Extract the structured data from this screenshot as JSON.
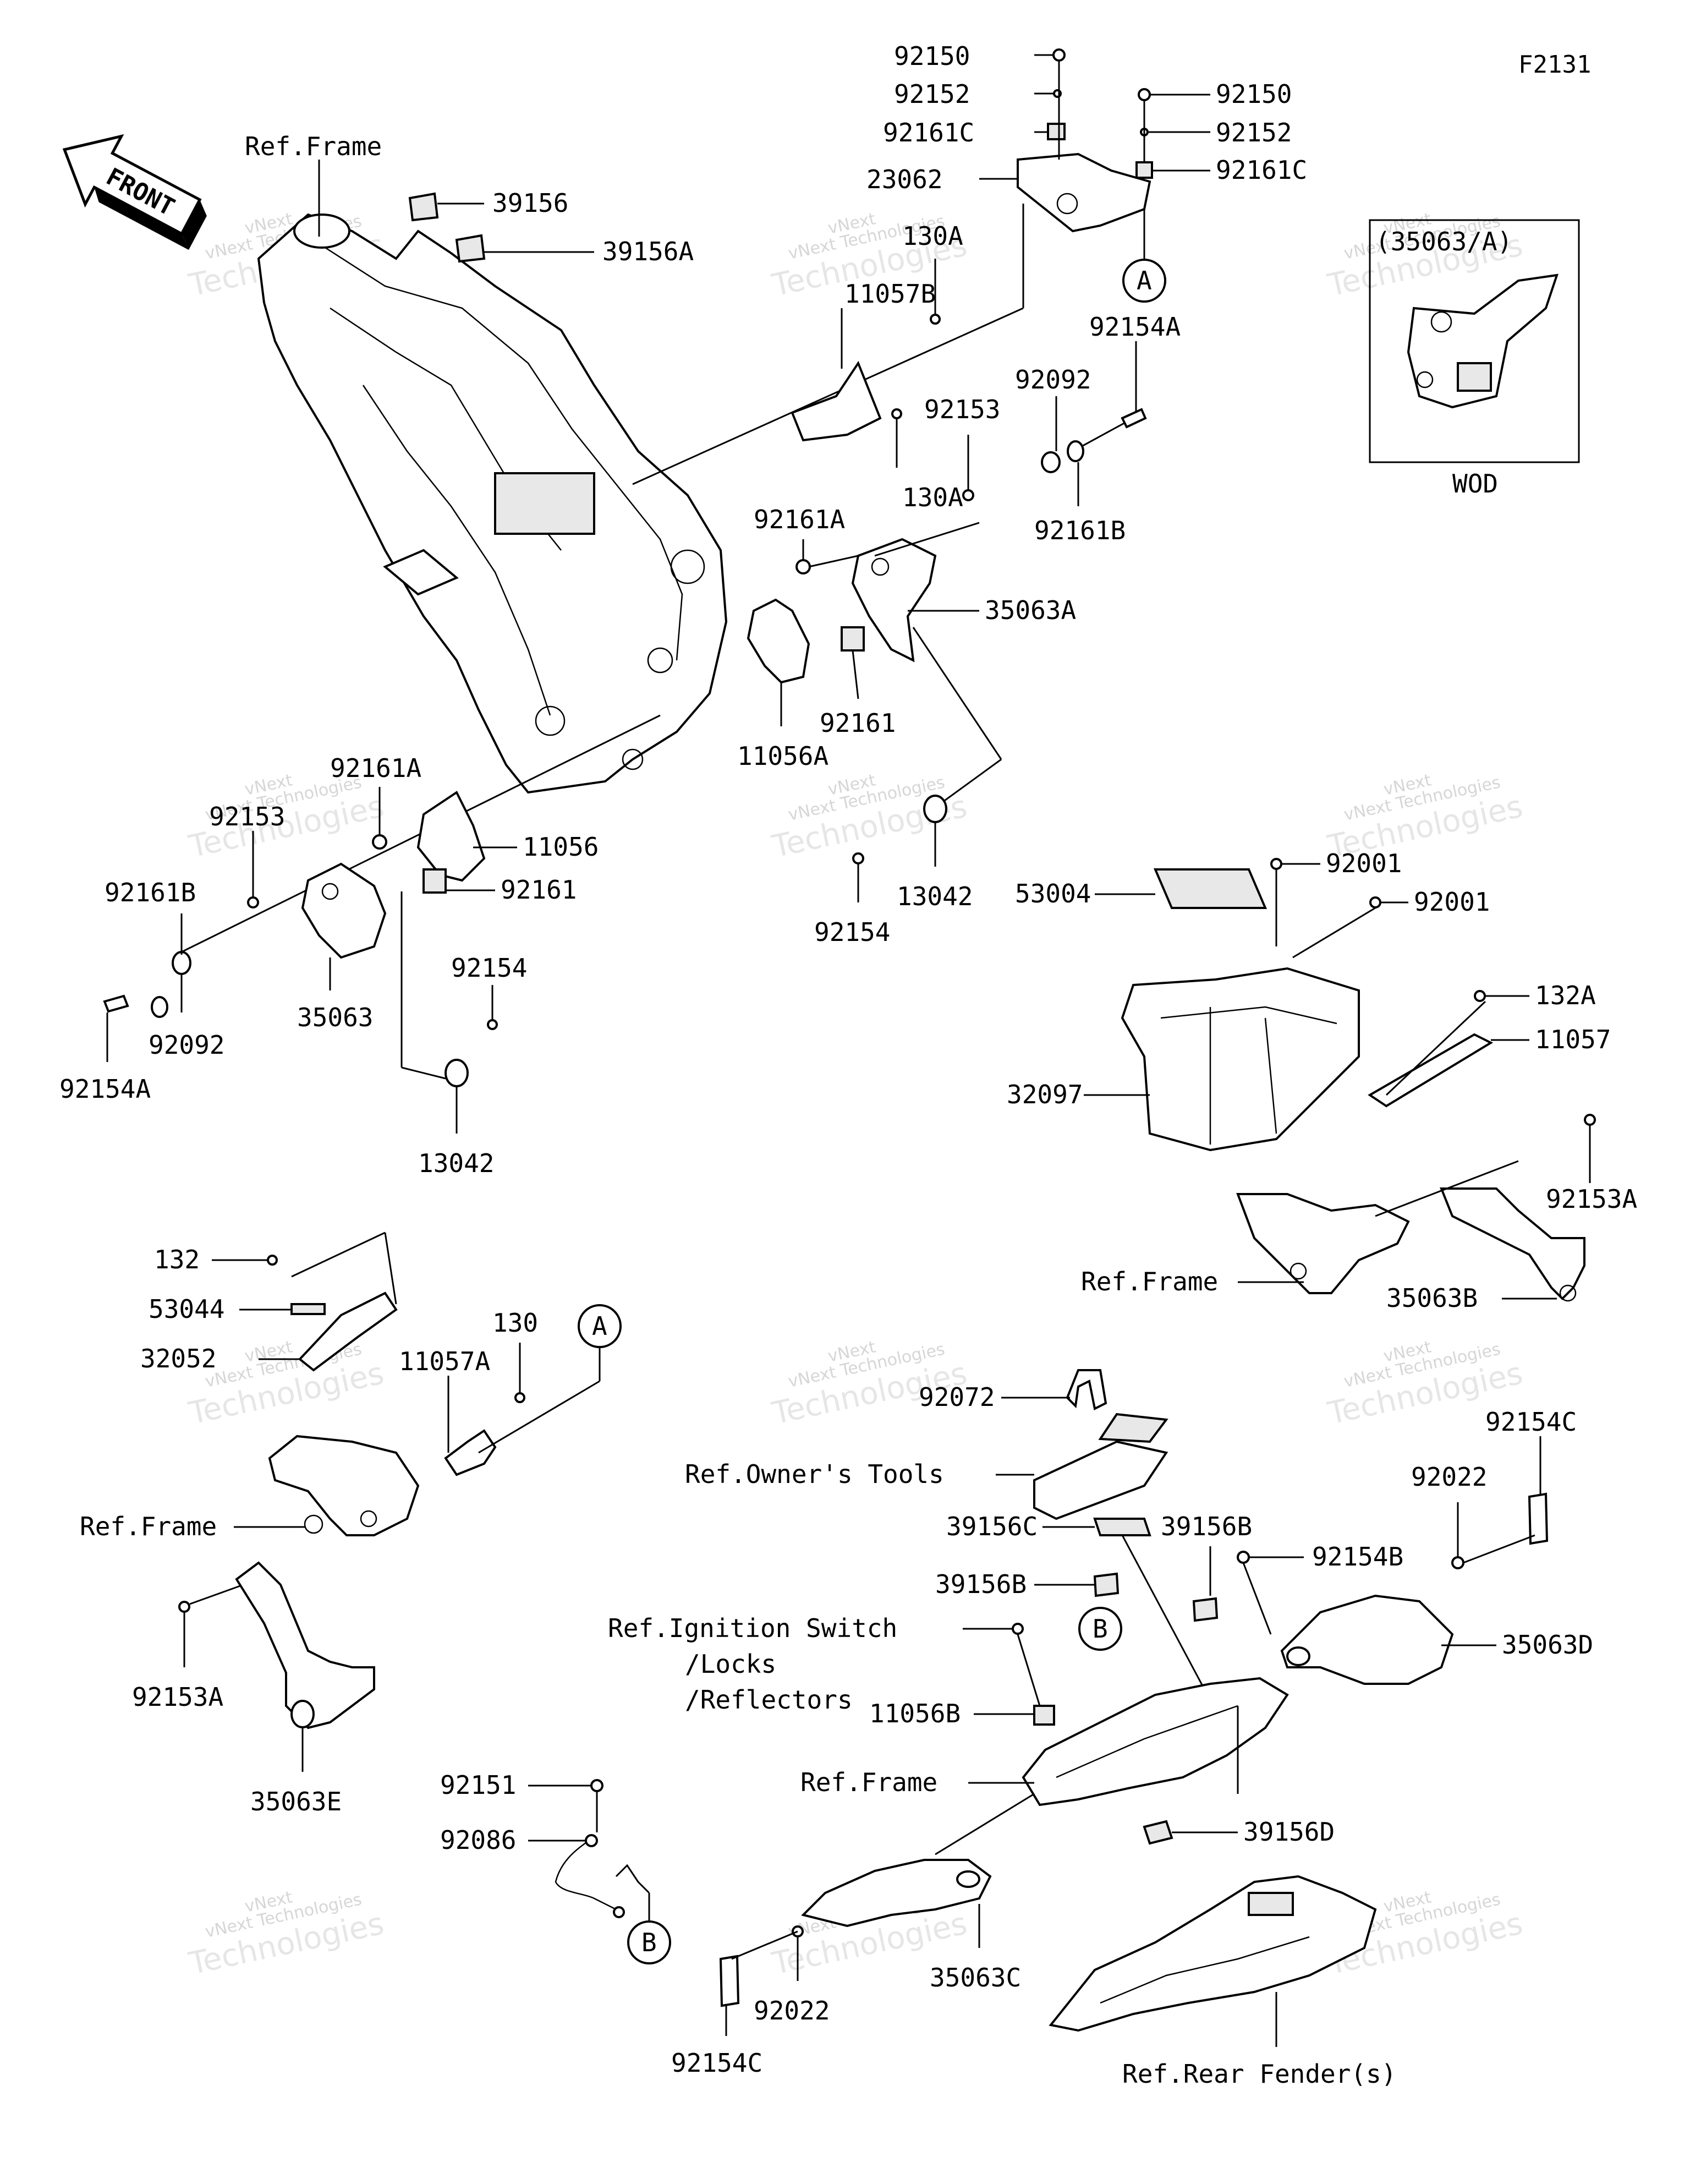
{
  "diagram_code": "F2131",
  "front_label": "FRONT",
  "callouts": [
    {
      "id": "A",
      "label": "A"
    },
    {
      "id": "A2",
      "label": "A"
    },
    {
      "id": "B",
      "label": "B"
    },
    {
      "id": "B2",
      "label": "B"
    }
  ],
  "inset": {
    "title": "(35063/A)",
    "caption": "WOD"
  },
  "labels": [
    {
      "text": "Ref.Frame"
    },
    {
      "text": "39156"
    },
    {
      "text": "39156A"
    },
    {
      "text": "92150"
    },
    {
      "text": "92152"
    },
    {
      "text": "92161C"
    },
    {
      "text": "23062"
    },
    {
      "text": "92150"
    },
    {
      "text": "92152"
    },
    {
      "text": "92161C"
    },
    {
      "text": "130A"
    },
    {
      "text": "11057B"
    },
    {
      "text": "92154A"
    },
    {
      "text": "92092"
    },
    {
      "text": "92153"
    },
    {
      "text": "130A"
    },
    {
      "text": "92161B"
    },
    {
      "text": "92161A"
    },
    {
      "text": "35063A"
    },
    {
      "text": "92161"
    },
    {
      "text": "11056A"
    },
    {
      "text": "13042"
    },
    {
      "text": "92154"
    },
    {
      "text": "92161A"
    },
    {
      "text": "92153"
    },
    {
      "text": "11056"
    },
    {
      "text": "92161"
    },
    {
      "text": "92161B"
    },
    {
      "text": "92092"
    },
    {
      "text": "35063"
    },
    {
      "text": "92154A"
    },
    {
      "text": "92154"
    },
    {
      "text": "13042"
    },
    {
      "text": "53004"
    },
    {
      "text": "92001"
    },
    {
      "text": "92001"
    },
    {
      "text": "132A"
    },
    {
      "text": "11057"
    },
    {
      "text": "32097"
    },
    {
      "text": "92153A"
    },
    {
      "text": "Ref.Frame"
    },
    {
      "text": "35063B"
    },
    {
      "text": "132"
    },
    {
      "text": "53044"
    },
    {
      "text": "32052"
    },
    {
      "text": "130"
    },
    {
      "text": "11057A"
    },
    {
      "text": "Ref.Frame"
    },
    {
      "text": "92153A"
    },
    {
      "text": "35063E"
    },
    {
      "text": "92072"
    },
    {
      "text": "Ref.Owner's Tools"
    },
    {
      "text": "39156C"
    },
    {
      "text": "39156B"
    },
    {
      "text": "92154C"
    },
    {
      "text": "92022"
    },
    {
      "text": "92154B"
    },
    {
      "text": "39156B"
    },
    {
      "text": "Ref.Ignition Switch"
    },
    {
      "text": "/Locks"
    },
    {
      "text": "/Reflectors"
    },
    {
      "text": "35063D"
    },
    {
      "text": "11056B"
    },
    {
      "text": "Ref.Frame"
    },
    {
      "text": "39156D"
    },
    {
      "text": "92151"
    },
    {
      "text": "92086"
    },
    {
      "text": "35063C"
    },
    {
      "text": "92022"
    },
    {
      "text": "92154C"
    },
    {
      "text": "Ref.Rear Fender(s)"
    }
  ],
  "watermark": {
    "line1": "vNext",
    "line2": "vNext Technologies",
    "line3": "Technologies"
  }
}
